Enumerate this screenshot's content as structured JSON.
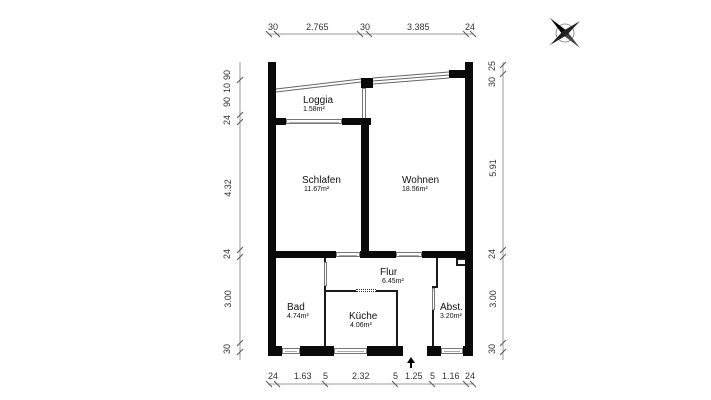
{
  "plan": {
    "rooms": [
      {
        "name": "Loggia",
        "area": "1.58m²"
      },
      {
        "name": "Schlafen",
        "area": "11.67m²"
      },
      {
        "name": "Wohnen",
        "area": "18.56m²"
      },
      {
        "name": "Flur",
        "area": "6.45m²"
      },
      {
        "name": "Bad",
        "area": "4.74m²"
      },
      {
        "name": "Küche",
        "area": "4.06m²"
      },
      {
        "name": "Abst.",
        "area": "3.20m²"
      }
    ],
    "dimensions": {
      "top": [
        "30",
        "2.765",
        "30",
        "3.385",
        "24"
      ],
      "bottom": [
        "24",
        "1.63",
        "5",
        "2.32",
        "5",
        "1.25",
        "5",
        "1.16",
        "24"
      ],
      "left": [
        "90",
        "10",
        "90",
        "24",
        "4.32",
        "24",
        "3.00",
        "30"
      ],
      "right": [
        "25",
        "30",
        "5.91",
        "24",
        "3.00",
        "30"
      ]
    },
    "compass": {
      "label": "north-arrow"
    },
    "entrance": {
      "label": "entrance-arrow"
    },
    "colors": {
      "wall": "#0a0a0a",
      "window": "#ffffff",
      "dimension_line": "#888888",
      "text": "#111111"
    }
  }
}
